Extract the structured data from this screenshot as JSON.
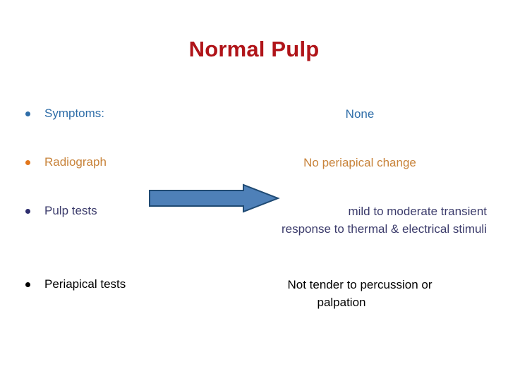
{
  "slide": {
    "title": "Normal Pulp",
    "background_color": "#FFFFFF",
    "title_color": "#B01419",
    "rows": [
      {
        "bullet_color": "#2E6DA8",
        "label": "Symptoms:",
        "label_color": "#2E6DA8",
        "value": "None",
        "value_color": "#2E6DA8"
      },
      {
        "bullet_color": "#E2761B",
        "label": "Radiograph",
        "label_color": "#C8833A",
        "value": "No periapical change",
        "value_color": "#C8833A"
      },
      {
        "bullet_color": "#2E2E6E",
        "label": "Pulp tests",
        "label_color": "#3B3B6B",
        "value_line_1": "mild to moderate transient",
        "value_line_2": "response to thermal & electrical stimuli",
        "value_color": "#3B3B6B"
      },
      {
        "bullet_color": "#000000",
        "label": "Periapical tests",
        "label_color": "#000000",
        "value_line_1": "Not tender to percussion or",
        "value_line_2": "palpation",
        "value_color": "#000000"
      }
    ],
    "arrow": {
      "name": "right-arrow",
      "fill_color": "#4E80B8",
      "outline_color": "#1F4A73",
      "direction": "right"
    }
  }
}
